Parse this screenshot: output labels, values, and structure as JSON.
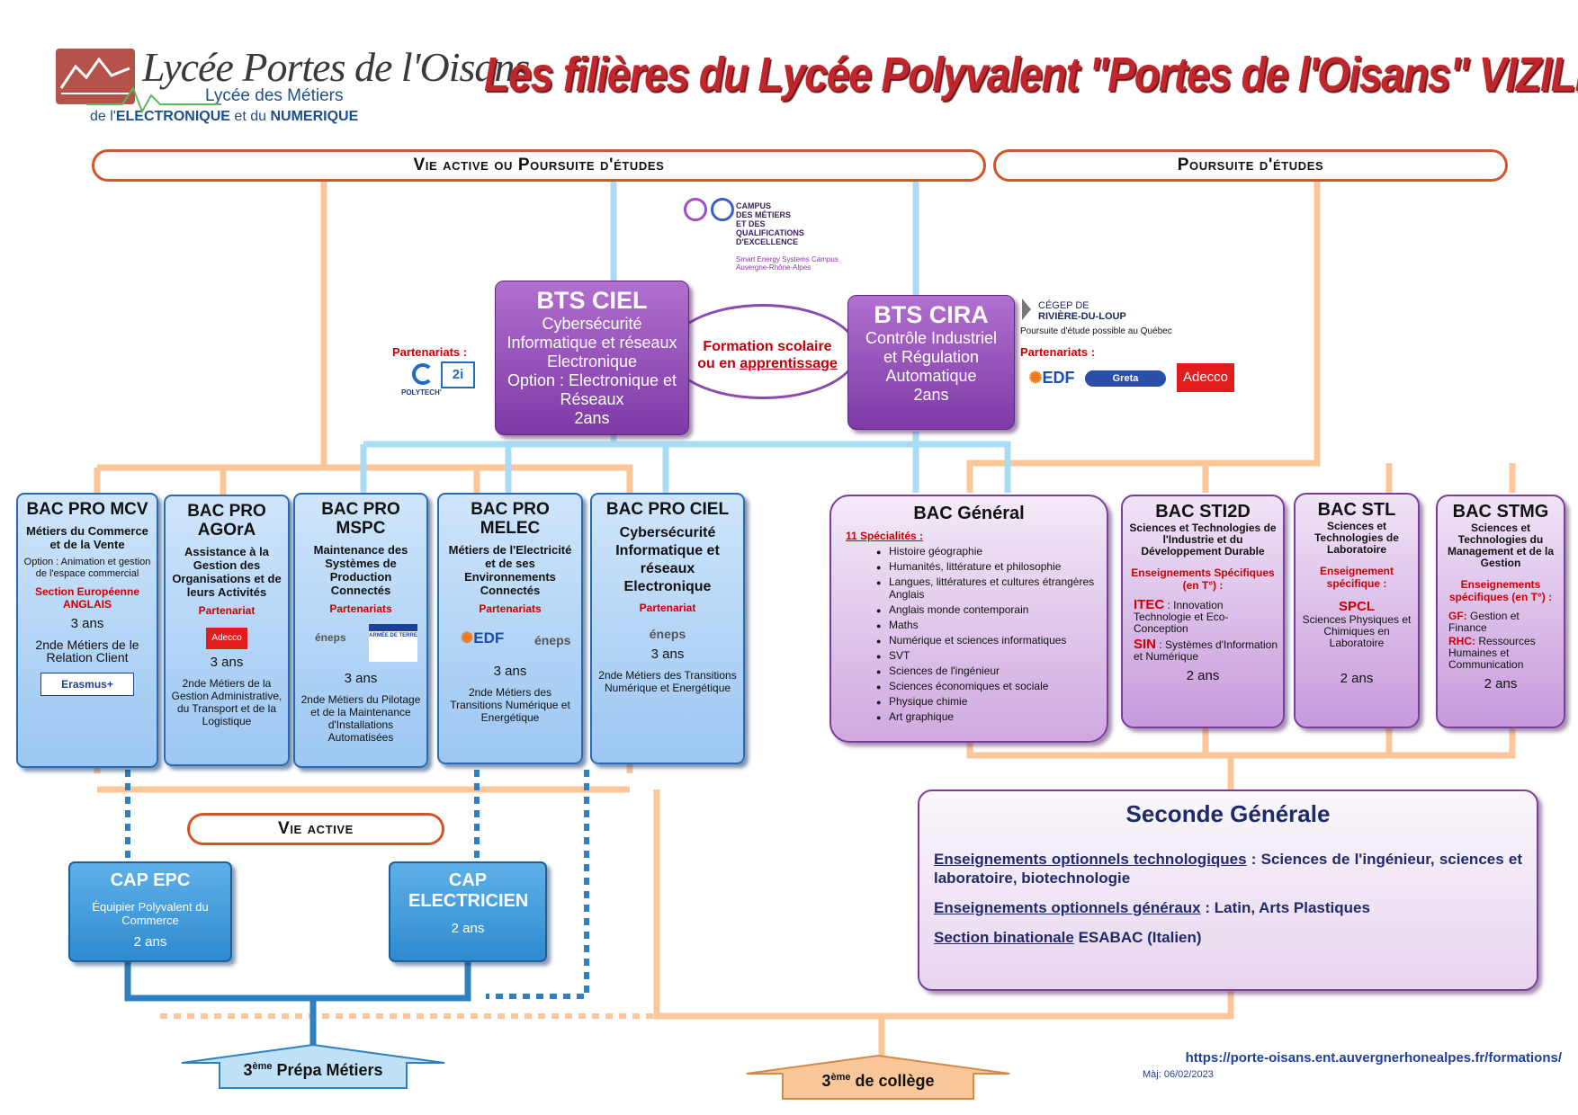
{
  "header": {
    "logo_name": "Lycée Portes de l'Oisans",
    "logo_sub1": "Lycée des Métiers",
    "logo_sub2_pre": "de l'",
    "logo_sub2_b1": "ELECTRONIQUE",
    "logo_sub2_mid": " et du ",
    "logo_sub2_b2": "NUMERIQUE",
    "title": "Les filières du Lycée Polyvalent \"Portes de l'Oisans\" VIZILLE"
  },
  "banners": {
    "left": "Vie active ou Poursuite d'études",
    "right": "Poursuite d'études",
    "vie_active": "Vie active"
  },
  "campus": {
    "line1": "CAMPUS",
    "line2": "DES MÉTIERS",
    "line3": "ET DES",
    "line4": "QUALIFICATIONS",
    "line5": "D'EXCELLENCE",
    "sub1": "Smart Energy Systems Campus",
    "sub2": "Auvergne-Rhône-Alpes"
  },
  "bts_ciel": {
    "title": "BTS CIEL",
    "l1": "Cybersécurité",
    "l2": "Informatique et réseaux",
    "l3": "Electronique",
    "l4": "Option : Electronique et",
    "l5": "Réseaux",
    "l6": "2ans",
    "partners_label": "Partenariats :",
    "partner1": "POLYTECH'",
    "partner2": "2i"
  },
  "formation": {
    "line1": "Formation scolaire",
    "line2_pre": "ou en ",
    "line2_u": "apprentissage"
  },
  "bts_cira": {
    "title": "BTS CIRA",
    "l1": "Contrôle Industriel",
    "l2": "et Régulation",
    "l3": "Automatique",
    "l4": "2ans",
    "cegep1": "CÉGEP DE",
    "cegep2": "RIVIÈRE-DU-LOUP",
    "quebec": "Poursuite d'étude possible au Québec",
    "partners_label": "Partenariats :",
    "p_edf": "EDF",
    "p_greta": "Greta",
    "p_adecco": "Adecco"
  },
  "bac_pro": [
    {
      "title": "BAC PRO MCV",
      "desc": "Métiers du Commerce et de la Vente",
      "option": "Option : Animation et gestion de l'espace commercial",
      "section": "Section Européenne ANGLAIS",
      "years": "3 ans",
      "next": "2nde Métiers de le Relation Client",
      "logo": "Erasmus+"
    },
    {
      "title": "BAC PRO AGOrA",
      "desc": "Assistance à la Gestion des Organisations et de leurs Activités",
      "partner_label": "Partenariat",
      "logo": "Adecco",
      "years": "3 ans",
      "next": "2nde Métiers de la Gestion Administrative, du Transport et de la Logistique"
    },
    {
      "title": "BAC PRO MSPC",
      "desc": "Maintenance des Systèmes de Production Connectés",
      "partner_label": "Partenariats",
      "logo": "éneps",
      "logo2": "ARMÉE DE TERRE",
      "years": "3 ans",
      "next": "2nde Métiers du Pilotage et de la Maintenance d'Installations Automatisées"
    },
    {
      "title": "BAC PRO MELEC",
      "desc": "Métiers de l'Electricité et de ses Environnements Connectés",
      "partner_label": "Partenariats",
      "logo": "EDF",
      "logo2": "éneps",
      "years": "3 ans",
      "next": "2nde Métiers des Transitions Numérique et Energétique"
    },
    {
      "title": "BAC PRO CIEL",
      "desc": "Cybersécurité Informatique et réseaux Electronique",
      "partner_label": "Partenariat",
      "logo": "éneps",
      "years": "3 ans",
      "next": "2nde Métiers des Transitions Numérique et Energétique"
    }
  ],
  "bac_general": {
    "title": "BAC Général",
    "spec_label": "11 Spécialités :",
    "specs": [
      "Histoire géographie",
      "Humanités, littérature et philosophie",
      "Langues, littératures et cultures étrangères Anglais",
      "Anglais monde contemporain",
      "Maths",
      "Numérique et sciences informatiques",
      "SVT",
      "Sciences de l'ingénieur",
      "Sciences économiques et sociale",
      "Physique chimie",
      "Art graphique"
    ]
  },
  "bac_sti2d": {
    "title": "BAC STI2D",
    "desc": "Sciences et Technologies de l'Industrie et du Développement Durable",
    "spec_label": "Enseignements Spécifiques (en T°) :",
    "itec": "ITEC",
    "itec_desc": " : Innovation Technologie et Eco-Conception",
    "sin": "SIN",
    "sin_desc": " : Systèmes d'Information et Numérique",
    "years": "2 ans"
  },
  "bac_stl": {
    "title": "BAC STL",
    "desc": "Sciences et Technologies de Laboratoire",
    "spec_label": "Enseignement spécifique :",
    "spcl": "SPCL",
    "spcl_desc": "Sciences Physiques et Chimiques en Laboratoire",
    "years": "2 ans"
  },
  "bac_stmg": {
    "title": "BAC STMG",
    "desc": "Sciences et Technologies du Management et de la Gestion",
    "spec_label": "Enseignements spécifiques (en T°) :",
    "gf": "GF:",
    "gf_desc": " Gestion et Finance",
    "rhc": "RHC:",
    "rhc_desc": " Ressources Humaines et Communication",
    "years": "2 ans"
  },
  "seconde": {
    "title": "Seconde Générale",
    "p1_u": "Enseignements optionnels technologiques",
    "p1_rest": " : Sciences de l'ingénieur, sciences et laboratoire,  biotechnologie",
    "p2_u": "Enseignements optionnels généraux",
    "p2_rest": " : Latin, Arts Plastiques",
    "p3_u": "Section binationale",
    "p3_rest": " ESABAC (Italien)"
  },
  "cap_epc": {
    "title": "CAP EPC",
    "desc": "Équipier Polyvalent du Commerce",
    "years": "2 ans"
  },
  "cap_elec": {
    "title": "CAP ELECTRICIEN",
    "years": "2 ans"
  },
  "arrows": {
    "prepa_pre": "3",
    "prepa_sup": "ème",
    "prepa_post": " Prépa Métiers",
    "college_pre": "3",
    "college_sup": "ème",
    "college_post": " de collège"
  },
  "footer": {
    "url": "https://porte-oisans.ent.auvergnerhonealpes.fr/formations/",
    "maj": "Màj: 06/02/2023"
  },
  "colors": {
    "orange": "#fbc698",
    "blue": "#a9dcf5",
    "dark_blue": "#2f7fc1"
  }
}
